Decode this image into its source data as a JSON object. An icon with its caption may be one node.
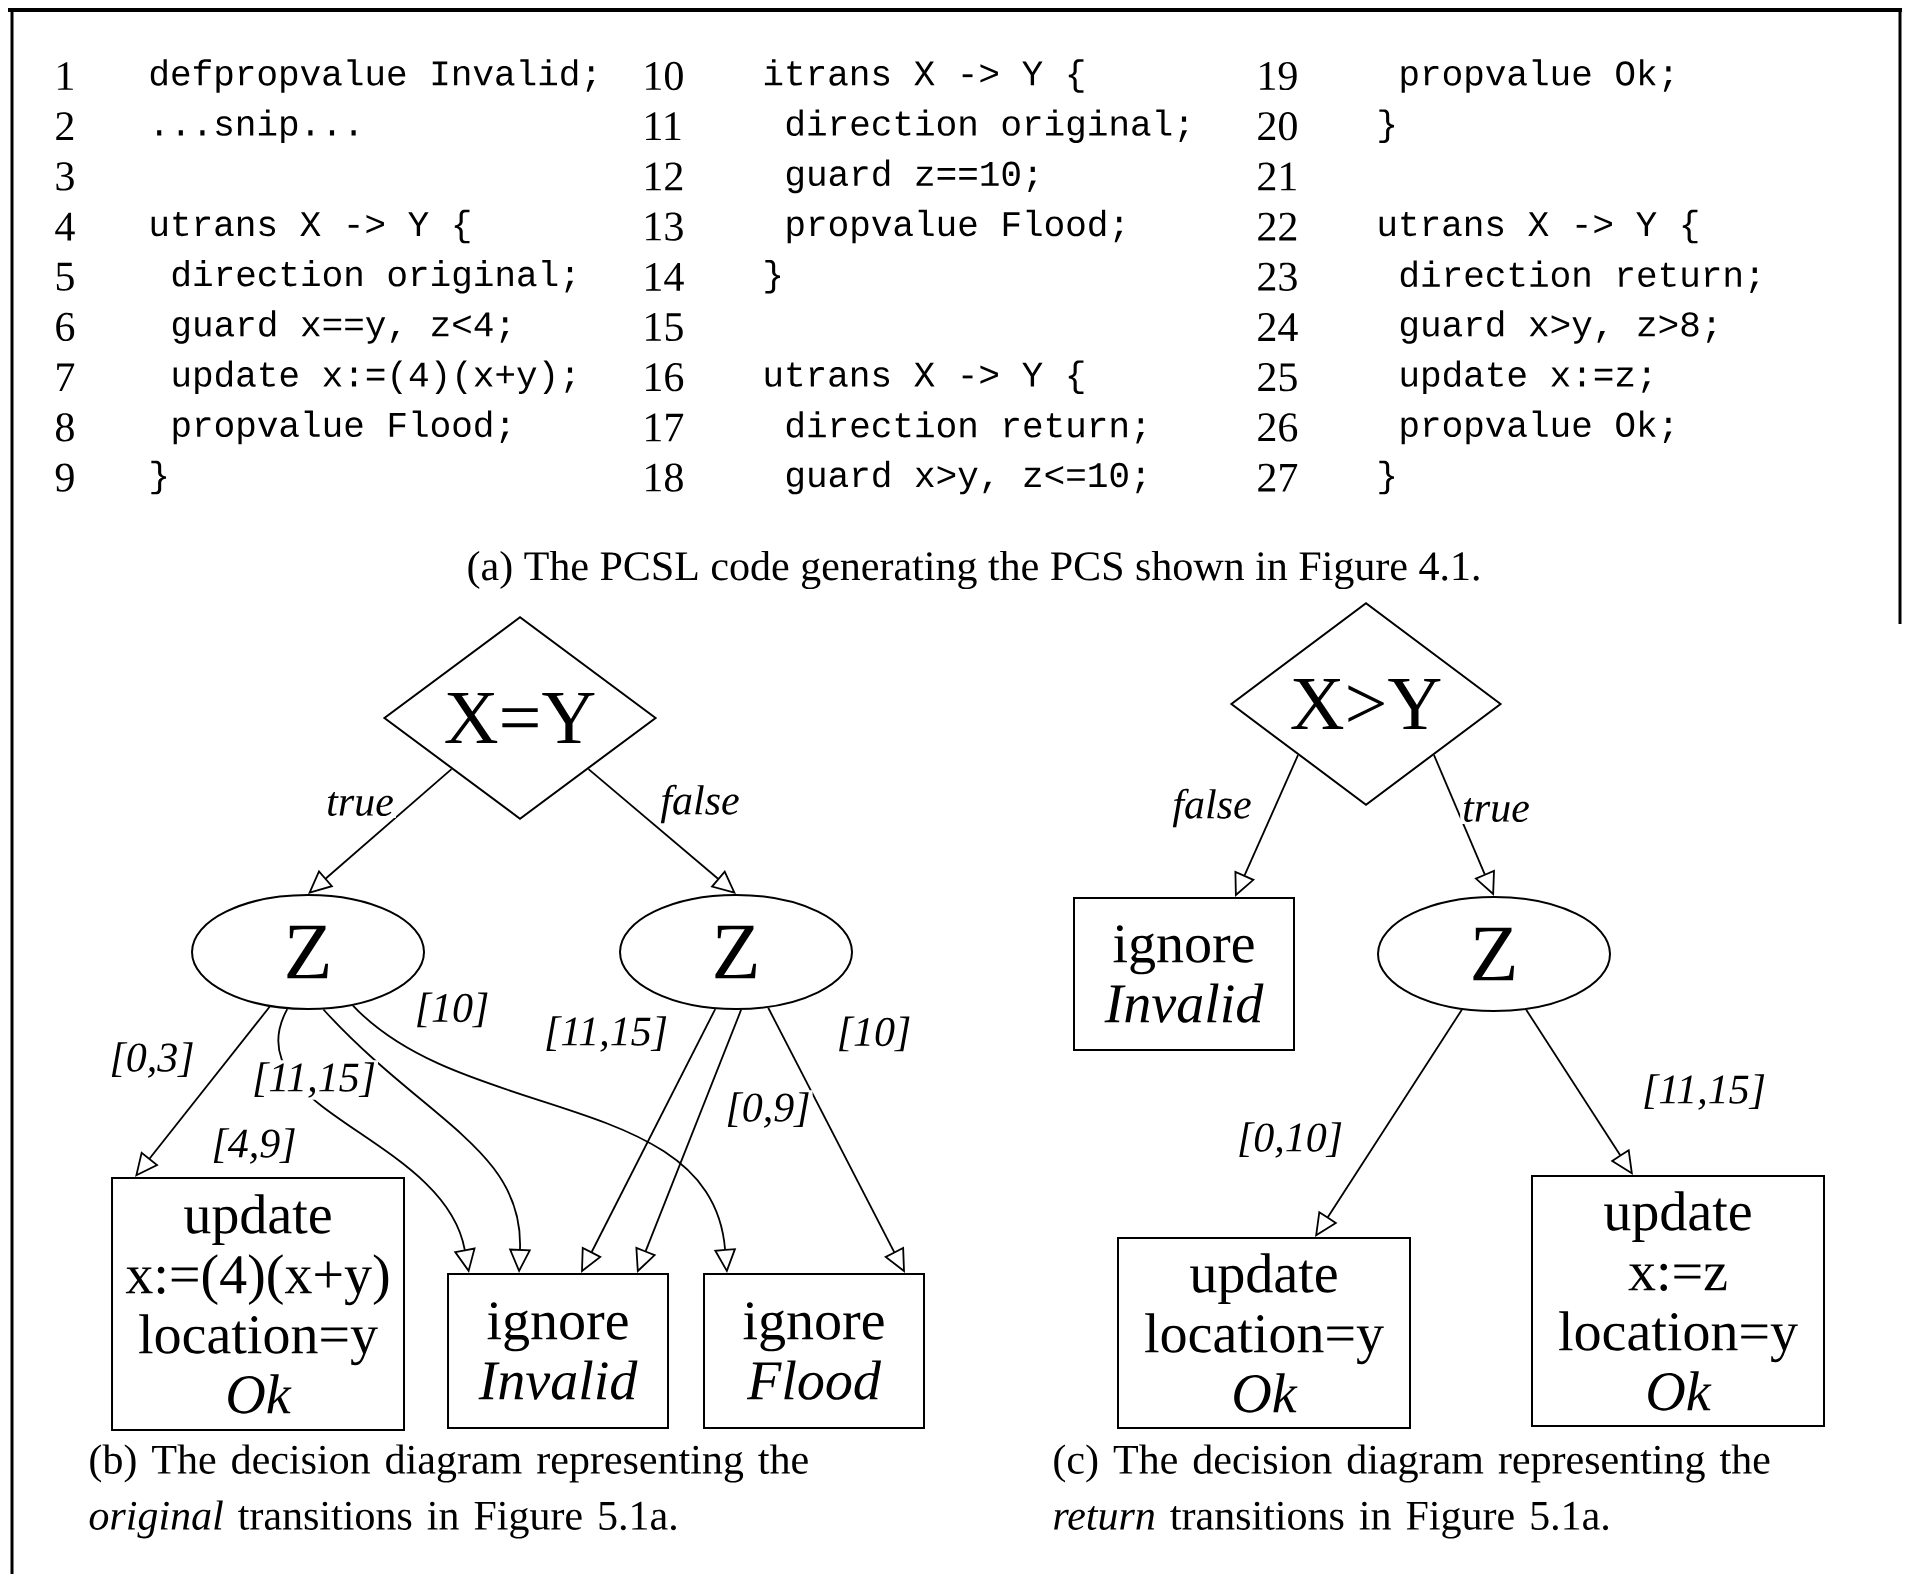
{
  "diagram": {
    "nodes": [
      {
        "text": [
          "X=Y"
        ]
      },
      {
        "text": [
          "Z"
        ]
      },
      {
        "text": [
          "Z"
        ]
      },
      {
        "text": [
          "update",
          "x:=(4)(x+y)",
          "location=y",
          "Ok"
        ]
      },
      {
        "text": [
          "ignore",
          "Invalid"
        ]
      },
      {
        "text": [
          "ignore",
          "Flood"
        ]
      },
      {
        "text": [
          "X>Y"
        ]
      },
      {
        "text": [
          "ignore",
          "Invalid"
        ]
      },
      {
        "text": [
          "Z"
        ]
      },
      {
        "text": [
          "update",
          "location=y",
          "Ok"
        ]
      },
      {
        "text": [
          "update",
          "x:=z",
          "location=y",
          "Ok"
        ]
      }
    ],
    "edges": [
      {
        "from": 0,
        "to": 1,
        "arrow": "to",
        "label": "true"
      },
      {
        "from": 0,
        "to": 2,
        "arrow": "to",
        "label": "false"
      },
      {
        "from": 1,
        "to": 3,
        "arrow": "to",
        "label": "[0,3]"
      },
      {
        "from": 1,
        "to": 4,
        "arrow": "to",
        "label": "[4,9]"
      },
      {
        "from": 1,
        "to": 4,
        "arrow": "to",
        "label": "[11,15]"
      },
      {
        "from": 1,
        "to": 5,
        "arrow": "to",
        "label": "[10]"
      },
      {
        "from": 2,
        "to": 4,
        "arrow": "to",
        "label": "[11,15]"
      },
      {
        "from": 2,
        "to": 4,
        "arrow": "to",
        "label": "[0,9]"
      },
      {
        "from": 2,
        "to": 5,
        "arrow": "to",
        "label": "[10]"
      },
      {
        "from": 6,
        "to": 7,
        "arrow": "to",
        "label": "false"
      },
      {
        "from": 6,
        "to": 8,
        "arrow": "to",
        "label": "true"
      },
      {
        "from": 8,
        "to": 9,
        "arrow": "to",
        "label": "[0,10]"
      },
      {
        "from": 8,
        "to": 10,
        "arrow": "to",
        "label": "[11,15]"
      }
    ],
    "labels": [
      "1",
      "defpropvalue Invalid;",
      "2",
      "...snip...",
      "3",
      "4",
      "utrans X -> Y {",
      "5",
      "direction original;",
      "6",
      "guard x==y, z<4;",
      "7",
      "update x:=(4)(x+y);",
      "8",
      "propvalue Flood;",
      "9",
      "}",
      "10",
      "itrans X -> Y {",
      "11",
      "direction original;",
      "12",
      "guard z==10;",
      "13",
      "propvalue Flood;",
      "14",
      "}",
      "15",
      "16",
      "utrans X -> Y {",
      "17",
      "direction return;",
      "18",
      "guard x>y, z<=10;",
      "19",
      "propvalue Ok;",
      "20",
      "}",
      "21",
      "22",
      "utrans X -> Y {",
      "23",
      "direction return;",
      "24",
      "guard x>y, z>8;",
      "25",
      "update x:=z;",
      "26",
      "propvalue Ok;",
      "27",
      "}",
      "(a) The PCSL code generating the PCS shown in Figure 4.1.",
      "(b) The decision diagram representing the *original* transitions in Figure 5.1a.",
      "(c) The decision diagram representing the *return* transitions in Figure 5.1a."
    ]
  }
}
